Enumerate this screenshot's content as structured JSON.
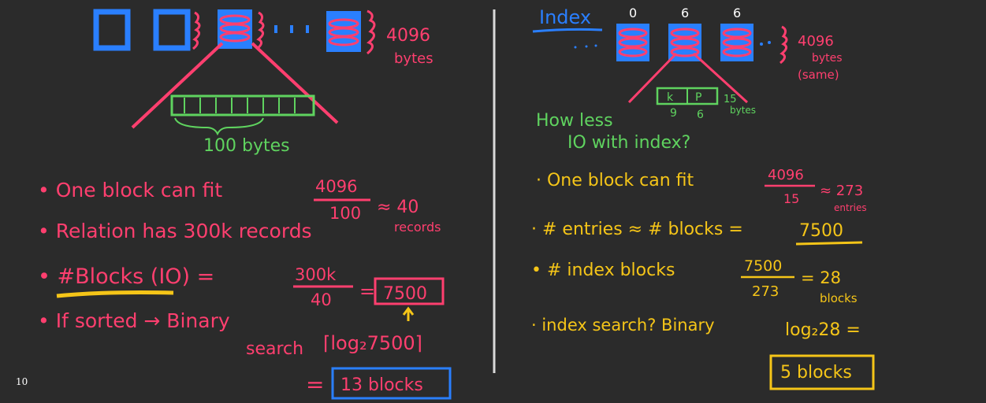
{
  "page_number": "10",
  "left": {
    "block_size": "4096",
    "block_size_unit": "bytes",
    "record_size_label": "100 bytes",
    "bullets": {
      "b1_text": "• One block can fit",
      "b1_num": "4096",
      "b1_den": "100",
      "b1_approx": "≈ 40",
      "b1_unit": "records",
      "b2_text": "• Relation has 300k records",
      "b3_text": "• #Blocks (IO) =",
      "b3_num": "300k",
      "b3_den": "40",
      "b3_eq": "=",
      "b3_result": "7500",
      "b4_text": "• If sorted → Binary",
      "b4_search": "search",
      "b4_formula": "⌈log₂7500⌉",
      "b4_eq": "=",
      "b4_result": "13 blocks"
    }
  },
  "right": {
    "index_label": "Index",
    "col_numbers": [
      "0",
      "6",
      "6"
    ],
    "block_size": "4096",
    "block_size_unit": "bytes",
    "block_size_note": "(same)",
    "entry_k": "k",
    "entry_p": "P",
    "entry_k_size": "9",
    "entry_p_size": "6",
    "entry_total": "15",
    "entry_total_unit": "bytes",
    "question_line1": "How less",
    "question_line2": "IO with index?",
    "bullets": {
      "b1_text": "· One block can fit",
      "b1_num": "4096",
      "b1_den": "15",
      "b1_approx": "≈ 273",
      "b1_unit": "entries",
      "b2_text": "· # entries ≈ # blocks =",
      "b2_result": "7500",
      "b3_text": "• # index blocks",
      "b3_num": "7500",
      "b3_den": "273",
      "b3_eq": "= 28",
      "b3_unit": "blocks",
      "b4_text": "· index search? Binary",
      "b4_formula": "log₂28 =",
      "b4_result": "5 blocks"
    }
  },
  "colors": {
    "background": "#2b2b2b",
    "pink": "#ff3f6f",
    "green": "#5fd35f",
    "yellow": "#f5c518",
    "blue": "#2a7fff",
    "divider": "#d9d9d9"
  }
}
